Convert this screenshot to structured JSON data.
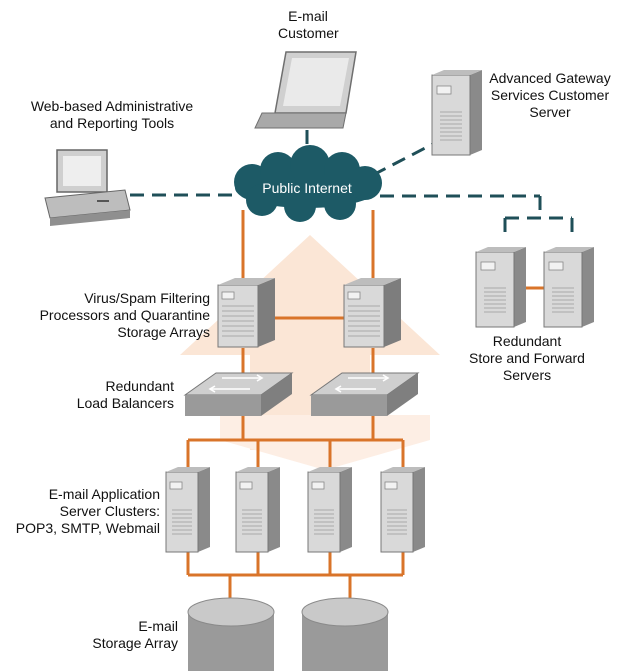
{
  "labels": {
    "email_customer": "E-mail\nCustomer",
    "web_admin_tools": "Web-based Administrative\nand Reporting Tools",
    "advanced_gateway": "Advanced Gateway\nServices Customer\nServer",
    "public_internet": "Public Internet",
    "virus_spam": "Virus/Spam Filtering\nProcessors and Quarantine\nStorage Arrays",
    "redundant_store": "Redundant\nStore and Forward\nServers",
    "load_balancers": "Redundant\nLoad Balancers",
    "app_clusters": "E-mail Application\nServer Clusters:\nPOP3, SMTP, Webmail",
    "storage_array": "E-mail\nStorage Array"
  },
  "colors": {
    "wire_orange": "#d9742a",
    "wire_dashed": "#1f4f58",
    "cloud": "#1d5a66",
    "arrow_fill": "#fbe6d6",
    "server_front": "#d9d9d9",
    "server_side": "#8a8a8a",
    "disk_side": "#9a9a9a",
    "disk_top": "#c9c9c9"
  }
}
